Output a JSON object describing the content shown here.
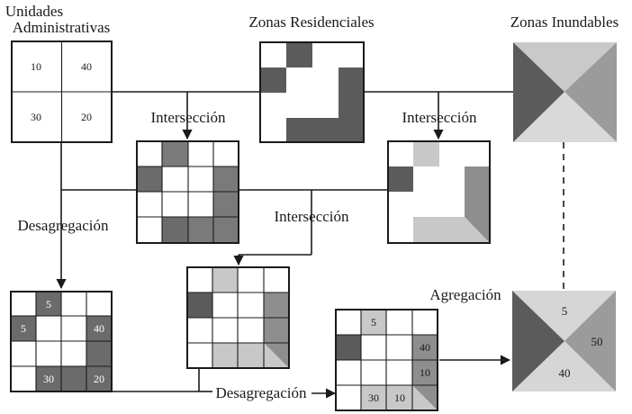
{
  "labels": {
    "admin_title_line1": "Unidades",
    "admin_title_line2": "Administrativas",
    "residential_title": "Zonas Residenciales",
    "flood_title": "Zonas Inundables",
    "intersection_1": "Intersección",
    "intersection_2": "Intersección",
    "intersection_3": "Intersección",
    "disaggregation_1": "Desagregación",
    "disaggregation_2": "Desagregación",
    "aggregation": "Agregación"
  },
  "admin_units": {
    "top_left": "10",
    "top_right": "40",
    "bottom_left": "30",
    "bottom_right": "20"
  },
  "disagg_grid": {
    "a": "5",
    "b": "5",
    "c": "40",
    "d": "30",
    "e": "20"
  },
  "second_disagg_grid": {
    "a": "5",
    "b": "40",
    "c": "10",
    "d": "30",
    "e": "10"
  },
  "aggregated_flood": {
    "top": "5",
    "right": "50",
    "bottom": "40"
  },
  "colors": {
    "dark": "#5b5b5b",
    "medium": "#7a7a7a",
    "mid_light": "#9b9b9b",
    "light": "#c8c8c8",
    "lighter": "#d9d9d9",
    "line": "#1a1a1a"
  }
}
